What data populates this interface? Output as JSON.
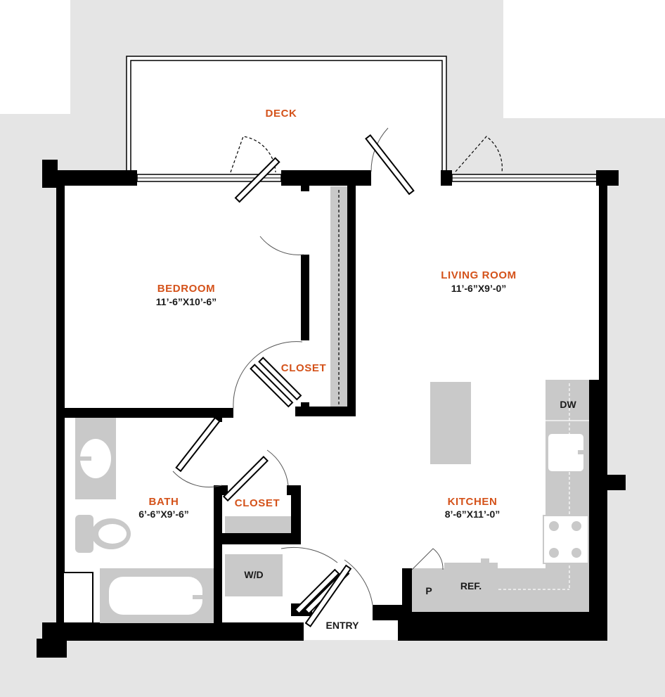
{
  "colors": {
    "background": "#ffffff",
    "surround": "#e5e5e5",
    "wall": "#000000",
    "fixture": "#c9c9c9",
    "room_label": "#d4521a",
    "text": "#1a1a1a"
  },
  "rooms": {
    "deck": {
      "name": "DECK"
    },
    "bedroom": {
      "name": "BEDROOM",
      "dims": "11’-6”X10’-6”"
    },
    "living": {
      "name": "LIVING ROOM",
      "dims": "11’-6”X9’-0”"
    },
    "bedroom_closet": {
      "name": "CLOSET"
    },
    "bath": {
      "name": "BATH",
      "dims": "6’-6”X9’-6”"
    },
    "hall_closet": {
      "name": "CLOSET"
    },
    "kitchen": {
      "name": "KITCHEN",
      "dims": "8’-6”X11’-0”"
    }
  },
  "fixtures": {
    "dishwasher": "DW",
    "washer_dryer": "W/D",
    "pantry": "P",
    "refrigerator": "REF."
  },
  "entry": {
    "label": "ENTRY"
  },
  "icons": {
    "sink": "sink-icon",
    "toilet": "toilet-icon",
    "bathtub": "bathtub-icon",
    "cooktop": "cooktop-icon"
  }
}
